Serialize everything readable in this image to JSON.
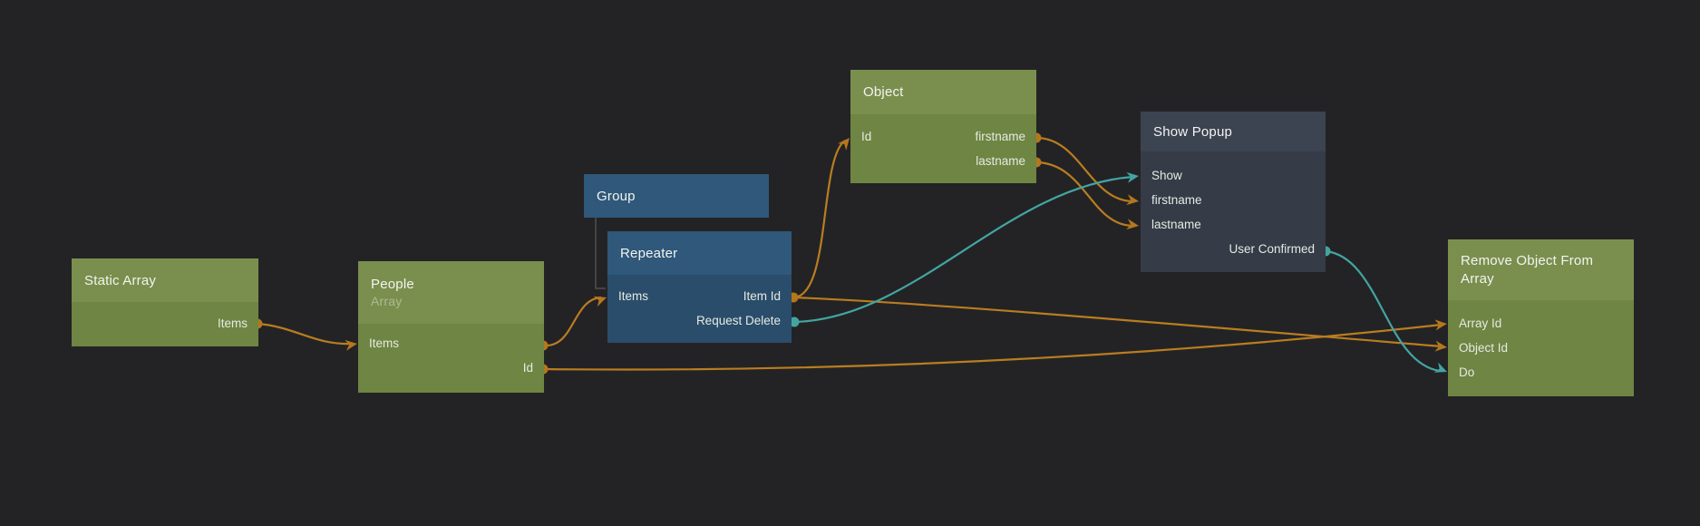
{
  "editor": {
    "background_color": "#232325",
    "wire_colors": {
      "data": "#b97d20",
      "signal": "#43a5a2",
      "child_link": "#4f4f4f"
    }
  },
  "nodes": {
    "static_array": {
      "title": "Static Array",
      "items_out": "Items"
    },
    "people": {
      "title": "People",
      "subtitle": "Array",
      "items": "Items",
      "id_out": "Id"
    },
    "group": {
      "title": "Group"
    },
    "repeater": {
      "title": "Repeater",
      "items_in": "Items",
      "item_id_out": "Item Id",
      "request_delete_out": "Request Delete"
    },
    "object": {
      "title": "Object",
      "id_in": "Id",
      "firstname_out": "firstname",
      "lastname_out": "lastname"
    },
    "show_popup": {
      "title": "Show Popup",
      "show_in": "Show",
      "firstname_in": "firstname",
      "lastname_in": "lastname",
      "user_confirmed_out": "User Confirmed"
    },
    "remove_object": {
      "title": "Remove Object From Array",
      "array_id_in": "Array Id",
      "object_id_in": "Object Id",
      "do_in": "Do"
    }
  },
  "connections": [
    {
      "from": "Static Array.Items",
      "to": "People.Items",
      "kind": "data"
    },
    {
      "from": "People.Items",
      "to": "Repeater.Items",
      "kind": "data"
    },
    {
      "from": "People.Id",
      "to": "Remove Object From Array.Array Id",
      "kind": "data"
    },
    {
      "from": "Repeater.Item Id",
      "to": "Object.Id",
      "kind": "data"
    },
    {
      "from": "Repeater.Item Id",
      "to": "Remove Object From Array.Object Id",
      "kind": "data"
    },
    {
      "from": "Object.firstname",
      "to": "Show Popup.firstname",
      "kind": "data"
    },
    {
      "from": "Object.lastname",
      "to": "Show Popup.lastname",
      "kind": "data"
    },
    {
      "from": "Repeater.Request Delete",
      "to": "Show Popup.Show",
      "kind": "signal"
    },
    {
      "from": "Show Popup.User Confirmed",
      "to": "Remove Object From Array.Do",
      "kind": "signal"
    },
    {
      "from": "Group",
      "to": "Repeater",
      "kind": "child"
    }
  ]
}
